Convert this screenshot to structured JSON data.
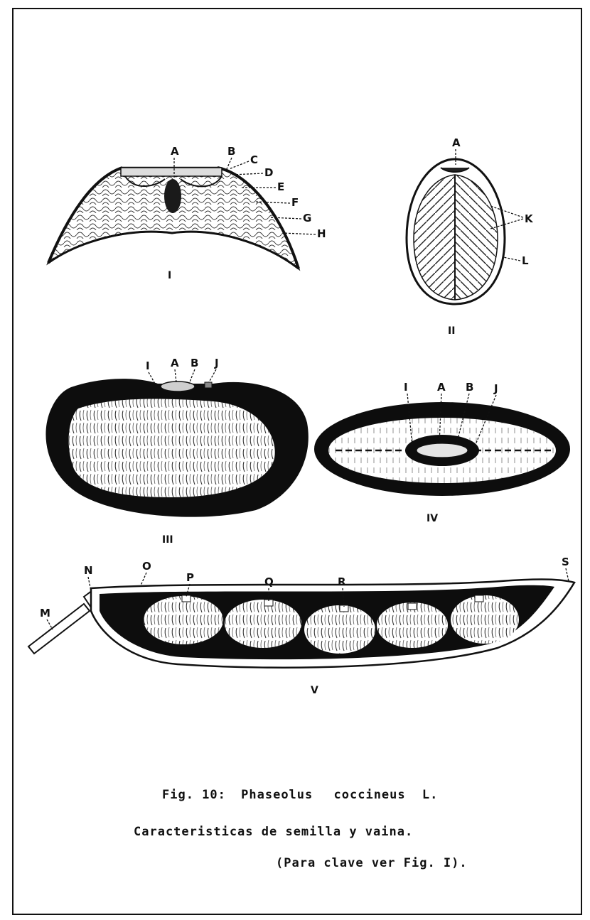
{
  "figures": {
    "fig1": {
      "numeral": "I",
      "labels": [
        "A",
        "B",
        "C",
        "D",
        "E",
        "F",
        "G",
        "H"
      ]
    },
    "fig2": {
      "numeral": "II",
      "labels": [
        "A",
        "K",
        "L"
      ]
    },
    "fig3": {
      "numeral": "III",
      "labels": [
        "I",
        "A",
        "B",
        "J"
      ]
    },
    "fig4": {
      "numeral": "IV",
      "labels": [
        "I",
        "A",
        "B",
        "J"
      ]
    },
    "fig5": {
      "numeral": "V",
      "labels": [
        "N",
        "O",
        "P",
        "Q",
        "R",
        "S",
        "M"
      ]
    }
  },
  "caption": {
    "line1_prefix": "Fig. 10:",
    "line1_name": "Phaseolus",
    "line1_species": "coccineus",
    "line1_author": "L.",
    "line2": "Caracteristicas de semilla y vaina.",
    "line3": "(Para clave ver Fig. I)."
  }
}
